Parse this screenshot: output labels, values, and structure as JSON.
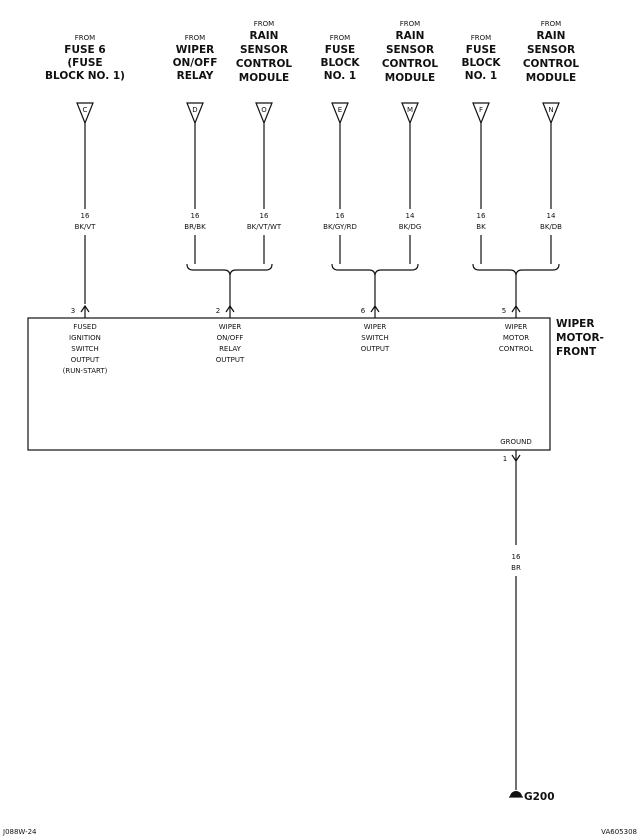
{
  "sources": [
    {
      "id": "c",
      "from": "FROM",
      "name": [
        "FUSE 6",
        "(FUSE",
        "BLOCK NO. 1)"
      ],
      "pin": "C",
      "gauge": "16",
      "color": "BK/VT"
    },
    {
      "id": "d",
      "from": "FROM",
      "name": [
        "WIPER",
        "ON/OFF",
        "RELAY"
      ],
      "pin": "D",
      "gauge": "16",
      "color": "BR/BK"
    },
    {
      "id": "o",
      "from": "FROM",
      "name": [
        "RAIN",
        "SENSOR",
        "CONTROL",
        "MODULE"
      ],
      "pin": "O",
      "gauge": "16",
      "color": "BK/VT/WT"
    },
    {
      "id": "e",
      "from": "FROM",
      "name": [
        "FUSE",
        "BLOCK",
        "NO. 1"
      ],
      "pin": "E",
      "gauge": "16",
      "color": "BK/GY/RD"
    },
    {
      "id": "m",
      "from": "FROM",
      "name": [
        "RAIN",
        "SENSOR",
        "CONTROL",
        "MODULE"
      ],
      "pin": "M",
      "gauge": "14",
      "color": "BK/DG"
    },
    {
      "id": "f",
      "from": "FROM",
      "name": [
        "FUSE",
        "BLOCK",
        "NO. 1"
      ],
      "pin": "F",
      "gauge": "16",
      "color": "BK"
    },
    {
      "id": "n",
      "from": "FROM",
      "name": [
        "RAIN",
        "SENSOR",
        "CONTROL",
        "MODULE"
      ],
      "pin": "N",
      "gauge": "14",
      "color": "BK/DB"
    }
  ],
  "component": {
    "name": [
      "WIPER",
      "MOTOR-",
      "FRONT"
    ]
  },
  "motor_pins": [
    {
      "id": "p3",
      "pin": "3",
      "label": [
        "FUSED",
        "IGNITION",
        "SWITCH",
        "OUTPUT",
        "(RUN-START)"
      ]
    },
    {
      "id": "p2",
      "pin": "2",
      "label": [
        "WIPER",
        "ON/OFF",
        "RELAY",
        "OUTPUT"
      ]
    },
    {
      "id": "p6",
      "pin": "6",
      "label": [
        "WIPER",
        "SWITCH",
        "OUTPUT"
      ]
    },
    {
      "id": "p5",
      "pin": "5",
      "label": [
        "WIPER",
        "MOTOR",
        "CONTROL"
      ]
    }
  ],
  "ground": {
    "label": "GROUND",
    "pin": "1",
    "gauge": "16",
    "color": "BR",
    "point": "G200"
  },
  "footer": {
    "left": "J088W-24",
    "right": "VA605308"
  }
}
